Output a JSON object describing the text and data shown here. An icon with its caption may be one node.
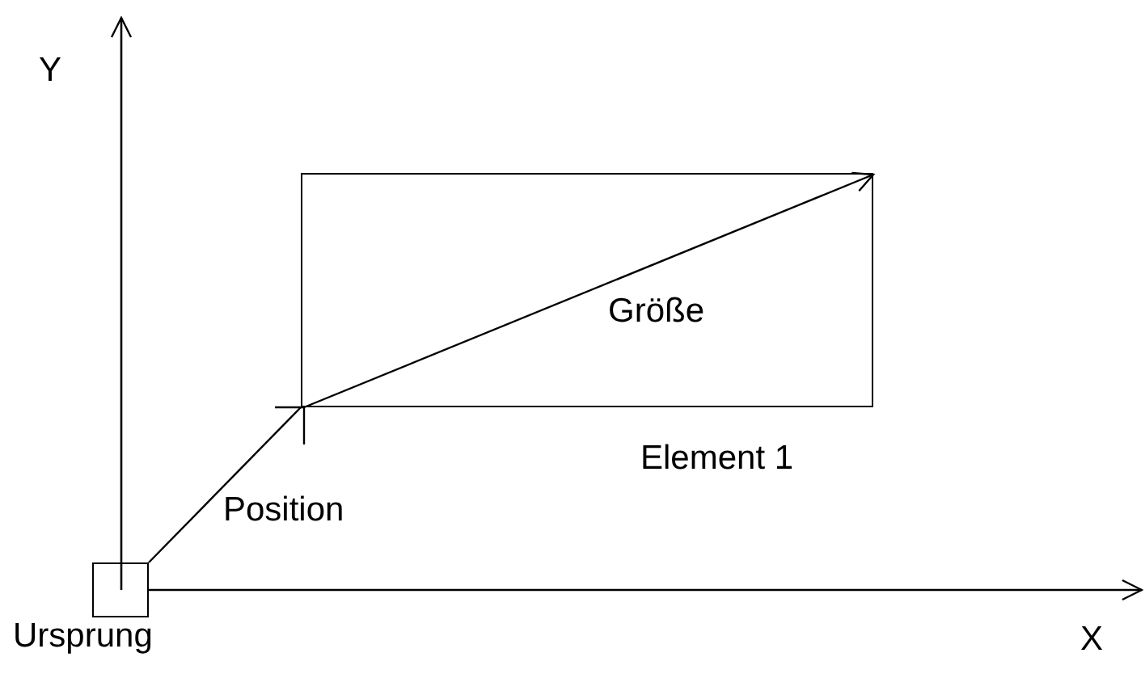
{
  "diagram": {
    "nodes": [
      {
        "text": [],
        "shape": "box",
        "beside": [
          "Ursprung"
        ]
      },
      {
        "text": [],
        "shape": "box",
        "beside": [
          "Element 1"
        ]
      }
    ],
    "edges": [
      {
        "from": 0,
        "to": 1,
        "arrow": "none",
        "label": "Position"
      }
    ],
    "labels": [
      "Y",
      "Größe",
      "X"
    ]
  }
}
